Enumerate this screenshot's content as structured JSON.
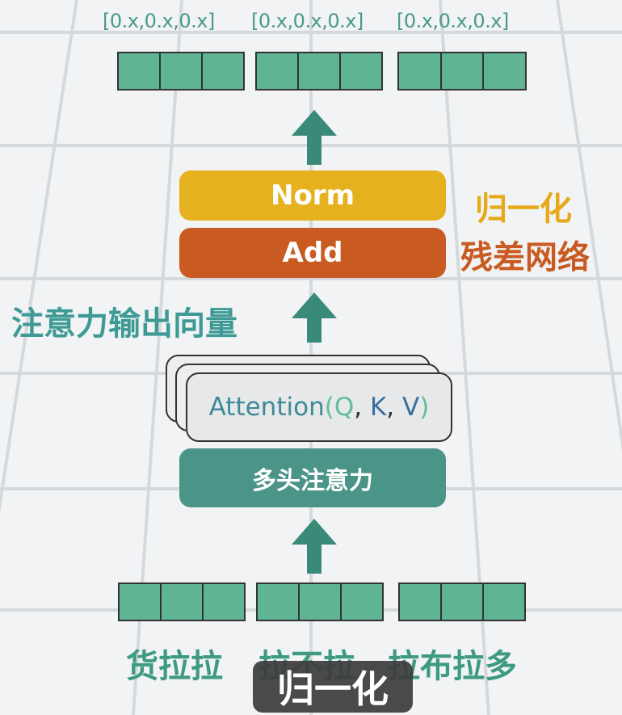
{
  "output_vectors": {
    "labels": [
      "[0.x,0.x,0.x]",
      "[0.x,0.x,0.x]",
      "[0.x,0.x,0.x]"
    ],
    "cells_per_vector": 3
  },
  "blocks": {
    "norm": "Norm",
    "add": "Add",
    "multi_head_attention": "多头注意力"
  },
  "side_labels": {
    "norm": "归一化",
    "add": "残差网络",
    "attention_output": "注意力输出向量"
  },
  "attention": {
    "function": "Attention",
    "open_paren": "(",
    "q": "Q",
    "sep1": ", ",
    "k": "K",
    "sep2": ", ",
    "v": "V",
    "close_paren": ")"
  },
  "input_tokens": [
    "货拉拉",
    "拉不拉",
    "拉布拉多"
  ],
  "subtitle": "归一化",
  "colors": {
    "cell": "#5fb494",
    "arrow": "#3a8a7a",
    "norm": "#e6b11e",
    "add": "#c95a21",
    "mha": "#4b9488"
  }
}
